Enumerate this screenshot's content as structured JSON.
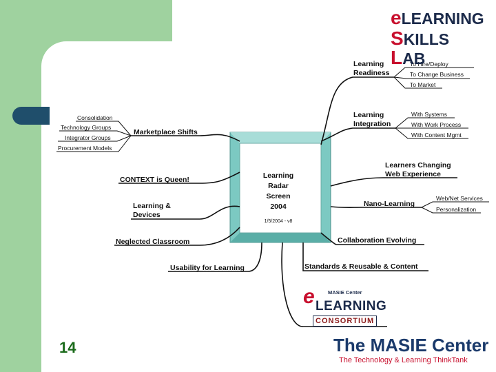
{
  "center": {
    "line1": "Learning",
    "line2": "Radar",
    "line3": "Screen",
    "line4": "2004",
    "version": "1/5/2004 - v8"
  },
  "branches": {
    "learning_readiness": {
      "line1": "Learning",
      "line2": "Readiness",
      "subs": [
        "To Hire/Deploy",
        "To Change Business",
        "To Market"
      ]
    },
    "learning_integration": {
      "line1": "Learning",
      "line2": "Integration",
      "subs": [
        "With Systems",
        "With Work Process",
        "With Content Mgmt"
      ]
    },
    "marketplace_shifts": {
      "label": "Marketplace Shifts",
      "subs": [
        "Consolidation",
        "Technology Groups",
        "Integrator Groups",
        "Procurement Models"
      ]
    },
    "learners_changing": {
      "line1": "Learners Changing",
      "line2": "Web Experience"
    },
    "context": {
      "label": "CONTEXT is Queen!"
    },
    "nano_learning": {
      "label": "Nano-Learning",
      "subs": [
        "Web/Net Services",
        "Personalization"
      ]
    },
    "learning_devices": {
      "line1": "Learning &",
      "line2": "Devices"
    },
    "collaboration": {
      "label": "Collaboration Evolving"
    },
    "neglected_classroom": {
      "label": "Neglected Classroom"
    },
    "standards": {
      "label": "Standards & Reusable & Content"
    },
    "usability": {
      "label": "Usability for Learning"
    }
  },
  "logos": {
    "elearning_skills_lab": {
      "e": "e",
      "learning": "LEARNING",
      "s": "S",
      "kills": "KILLS",
      "l": "L",
      "ab": "AB"
    },
    "consortium": {
      "top": "MASIE Center",
      "e": "e",
      "learning": "LEARNING",
      "consortium": "CONSORTIUM"
    },
    "masie_center": {
      "title": "The MASIE Center",
      "tagline": "The Technology & Learning ThinkTank"
    }
  },
  "slide_number": "14"
}
